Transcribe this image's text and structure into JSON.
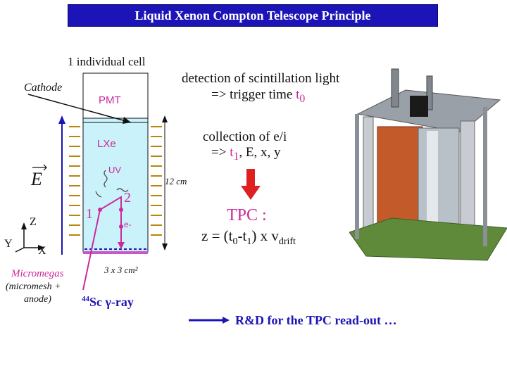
{
  "title": "Liquid Xenon Compton Telescope Principle",
  "cell": {
    "caption": "1 individual cell",
    "cathode": "Cathode",
    "pmt": "PMT",
    "lxe": "LXe",
    "uv": "UV",
    "label_1": "1",
    "label_2": "2",
    "electron": "e-",
    "e_field": "E",
    "height": "12 cm",
    "cell_size": "3 x 3 cm²"
  },
  "axes": {
    "z": "Z",
    "y": "Y",
    "x": "X"
  },
  "micromegas": {
    "title": "Micromegas",
    "sub1": "(micromesh +",
    "sub2": "anode)"
  },
  "source": {
    "isotope_mass": "44",
    "element": "Sc ",
    "gamma": "γ-ray"
  },
  "detection": {
    "line1": "detection of scintillation light",
    "line2_prefix": "=> trigger time ",
    "t0": "t",
    "t0_sub": "0"
  },
  "collection": {
    "line1": "collection of e/i",
    "line2_prefix": "=> ",
    "t1": "t",
    "t1_sub": "1",
    "line2_suffix": ", E, x, y"
  },
  "tpc": {
    "label": "TPC  :",
    "formula_a": "z = (t",
    "sub0": "0",
    "formula_b": "-t",
    "sub1": "1",
    "formula_c": ") x v",
    "sub_drift": "drift"
  },
  "rd": {
    "label": "R&D for the TPC read-out …"
  },
  "colors": {
    "title_bg": "#1c14b6",
    "accent_pink": "#cc2a9c",
    "accent_blue": "#1c14b6",
    "arrow_red": "#e02020",
    "cell_fill": "#c9f2fb",
    "electrode": "#cc55cc",
    "field_rings": "#b8860b"
  }
}
